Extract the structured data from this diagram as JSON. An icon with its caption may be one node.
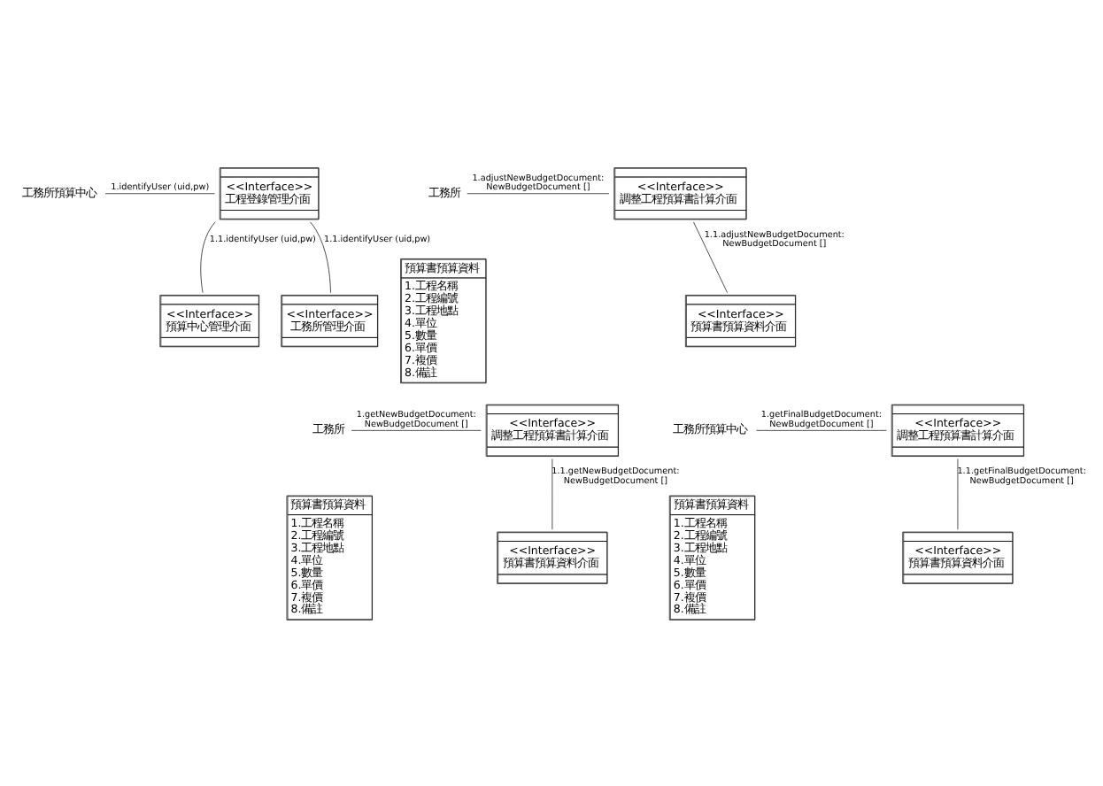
{
  "diagram": {
    "nodes": [
      {
        "text": [
          "工務所預算中心"
        ]
      },
      {
        "text": [
          "<<Interface>>",
          "工程登錄管理介面"
        ]
      },
      {
        "text": [
          "<<Interface>>",
          "工務所管理介面"
        ]
      },
      {
        "text": [
          "<<Interface>>",
          "預算中心管理介面"
        ]
      },
      {
        "text": [
          "工務所"
        ]
      },
      {
        "text": [
          "預算書預算資料",
          "1.工程名稱",
          "2.工程編號",
          "3.工程地點",
          "4.單位",
          "5.數量",
          "6.單價",
          "7.複價",
          "8.備註"
        ]
      },
      {
        "text": [
          "<<Interface>>",
          "調整工程預算書計算介面"
        ]
      },
      {
        "text": [
          "<<Interface>>",
          "預算書預算資料介面"
        ]
      },
      {
        "text": [
          "工務所"
        ]
      },
      {
        "text": [
          "預算書預算資料",
          "1.工程名稱",
          "2.工程編號",
          "3.工程地點",
          "4.單位",
          "5.數量",
          "6.單價",
          "7.複價",
          "8.備註"
        ]
      },
      {
        "text": [
          "<<Interface>>",
          "調整工程預算書計算介面"
        ]
      },
      {
        "text": [
          "<<Interface>>",
          "預算書預算資料介面"
        ]
      },
      {
        "text": [
          "工務所預算中心"
        ]
      },
      {
        "text": [
          "預算書預算資料",
          "1.工程名稱",
          "2.工程編號",
          "3.工程地點",
          "4.單位",
          "5.數量",
          "6.單價",
          "7.複價",
          "8.備註"
        ]
      },
      {
        "text": [
          "<<Interface>>",
          "調整工程預算書計算介面"
        ]
      },
      {
        "text": [
          "<<Interface>>",
          "預算書預算資料介面"
        ]
      }
    ],
    "edges": [
      {
        "from": 0,
        "to": 1,
        "arrow": "none",
        "label": "1.identifyUser (uid,pw)"
      },
      {
        "from": 1,
        "to": 2,
        "arrow": "none",
        "label": "1.1.identifyUser (uid,pw)"
      },
      {
        "from": 1,
        "to": 3,
        "arrow": "none",
        "label": "1.1.identifyUser (uid,pw)"
      },
      {
        "from": 4,
        "to": 6,
        "arrow": "none",
        "label": "1.adjustNewBudgetDocument: NewBudgetDocument []"
      },
      {
        "from": 6,
        "to": 7,
        "arrow": "none",
        "label": "1.1.adjustNewBudgetDocument: NewBudgetDocument []"
      },
      {
        "from": 8,
        "to": 10,
        "arrow": "none",
        "label": "1.getNewBudgetDocument: NewBudgetDocument []"
      },
      {
        "from": 10,
        "to": 11,
        "arrow": "none",
        "label": "1.1.getNewBudgetDocument: NewBudgetDocument []"
      },
      {
        "from": 12,
        "to": 14,
        "arrow": "none",
        "label": "1.getFinalBudgetDocument: NewBudgetDocument []"
      },
      {
        "from": 14,
        "to": 15,
        "arrow": "none",
        "label": "1.1.getFinalBudgetDocument: NewBudgetDocument []"
      }
    ]
  }
}
